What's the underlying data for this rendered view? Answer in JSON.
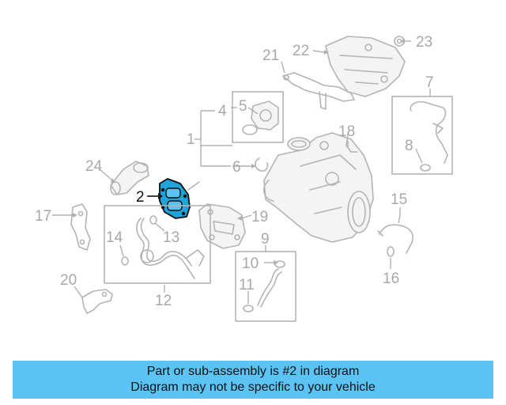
{
  "diagram": {
    "callouts": {
      "c1": "1",
      "c2": "2",
      "c4": "4",
      "c5": "5",
      "c6": "6",
      "c7": "7",
      "c8": "8",
      "c9": "9",
      "c10": "10",
      "c11": "11",
      "c12": "12",
      "c13": "13",
      "c14": "14",
      "c15": "15",
      "c16": "16",
      "c17": "17",
      "c18": "18",
      "c19": "19",
      "c20": "20",
      "c21": "21",
      "c22": "22",
      "c23": "23",
      "c24": "24"
    },
    "highlight_color": "#1fa3d8"
  },
  "banner": {
    "line1": "Part or sub-assembly is #2 in diagram",
    "line2": "Diagram may not be specific to your vehicle",
    "background": "#5bc4f5"
  }
}
